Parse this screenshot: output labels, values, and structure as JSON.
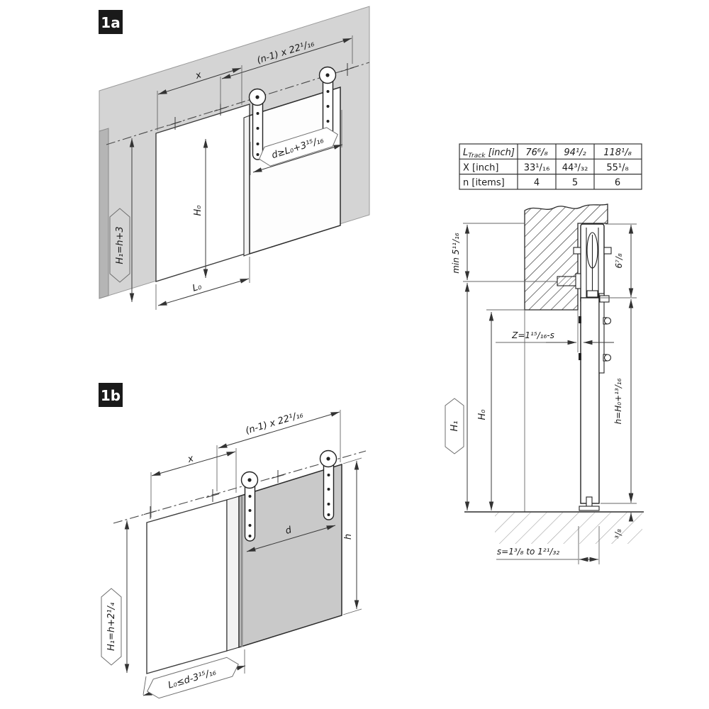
{
  "figures": {
    "fig1a": {
      "badge": "1a",
      "track_spacing": "(n-1) x 22¹/₁₆",
      "x": "x",
      "opening_height": "H₀",
      "door_width": "d≥L₀+3¹⁵/₁₆",
      "total_height": "H₁=h+3",
      "opening_width": "L₀"
    },
    "fig1b": {
      "badge": "1b",
      "track_spacing": "(n-1) x 22¹/₁₆",
      "x": "x",
      "door_width": "d",
      "door_height": "h",
      "total_height": "H₁=h+2¹/₄",
      "opening_width": "L₀≤d-3¹⁵/₁₆"
    }
  },
  "table": {
    "header": {
      "l": "L",
      "sub": "Track",
      "unit": " [inch]"
    },
    "track_lengths": [
      "76⁶/₈",
      "94¹/₂",
      "118¹/₈"
    ],
    "x_label": "X [inch]",
    "x_values": [
      "33¹/₁₆",
      "44³/₃₂",
      "55¹/₈"
    ],
    "n_label": "n [items]",
    "n_values": [
      "4",
      "5",
      "6"
    ]
  },
  "section": {
    "min_top_clearance": "min 5¹¹/₁₆",
    "track_height": "6⁷/₈",
    "z_gap": "Z=1¹⁵/₁₆-s",
    "h1": "H₁",
    "h0": "H₀",
    "door_height": "h=H₀+¹³/₁₆",
    "floor_gap": "³/₈",
    "wall_distance": "s=1³/₈ to 1²¹/₃₂"
  },
  "colors": {
    "wall_gray": "#d4d4d4",
    "door_gray": "#c9c9c9",
    "line": "#2b2b2b",
    "badge_bg": "#1a1a1a"
  }
}
